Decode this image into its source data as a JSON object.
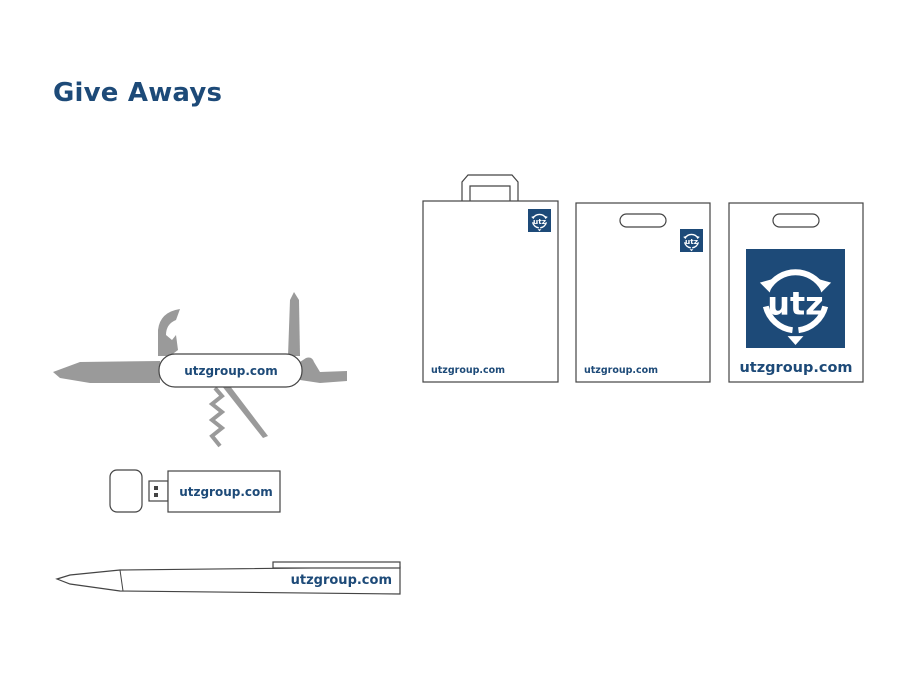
{
  "page": {
    "title": "Give Aways"
  },
  "colors": {
    "brand_blue": "#1d4a78",
    "tool_grey": "#9a9a9a"
  },
  "logo": {
    "text": "utz"
  },
  "items": {
    "knife": {
      "label": "utzgroup.com"
    },
    "usb": {
      "label": "utzgroup.com"
    },
    "pen": {
      "label": "utzgroup.com"
    },
    "bag_paper": {
      "label": "utzgroup.com"
    },
    "bag_plastic_small_logo": {
      "label": "utzgroup.com"
    },
    "bag_plastic_large_logo": {
      "label": "utzgroup.com"
    }
  }
}
